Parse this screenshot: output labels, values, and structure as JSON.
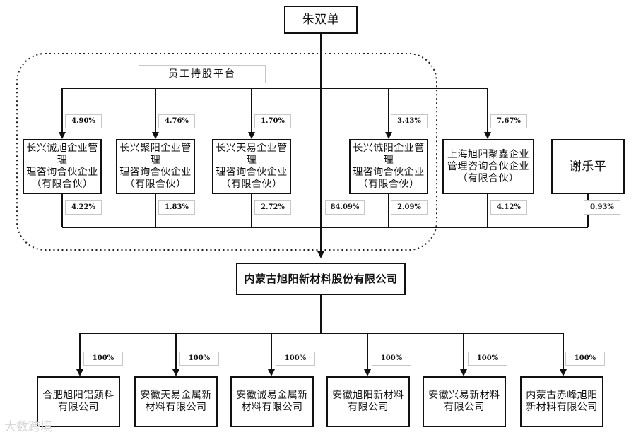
{
  "founder": "朱双单",
  "platform_label": "员工持股平台",
  "holding_entities": [
    {
      "name": "长兴诚旭企业管理\n理咨询合伙企业\n（有限合伙）",
      "stake_from_founder": "4.90%",
      "stake_in_company": "4.22%"
    },
    {
      "name": "长兴聚阳企业管理\n理咨询合伙企业\n（有限合伙）",
      "stake_from_founder": "4.76%",
      "stake_in_company": "1.83%"
    },
    {
      "name": "长兴天易企业管理\n理咨询合伙企业\n（有限合伙）",
      "stake_from_founder": "1.70%",
      "stake_in_company": "2.72%"
    },
    {
      "name": "长兴诚阳企业管理\n理咨询合伙企业\n（有限合伙）",
      "stake_from_founder": "3.43%",
      "stake_in_company": "2.09%"
    },
    {
      "name": "上海旭阳聚鑫企业\n管理咨询合伙企业\n（有限合伙）",
      "stake_from_founder": "7.67%",
      "stake_in_company": "4.12%"
    }
  ],
  "other_shareholder": {
    "name": "谢乐平",
    "stake_in_company": "0.93%"
  },
  "founder_direct_stake": "84.09%",
  "company": "内蒙古旭阳新材料股份有限公司",
  "subsidiaries": [
    {
      "name": "合肥旭阳铝颜料\n有限公司",
      "stake": "100%"
    },
    {
      "name": "安徽天易金属新\n材料有限公司",
      "stake": "100%"
    },
    {
      "name": "安徽诚易金属新\n材料有限公司",
      "stake": "100%"
    },
    {
      "name": "安徽旭阳新材料\n有限公司",
      "stake": "100%"
    },
    {
      "name": "安徽兴易新材料\n有限公司",
      "stake": "100%"
    },
    {
      "name": "内蒙古赤峰旭阳\n新材料有限公司",
      "stake": "100%"
    }
  ],
  "watermark": "大数跨境"
}
